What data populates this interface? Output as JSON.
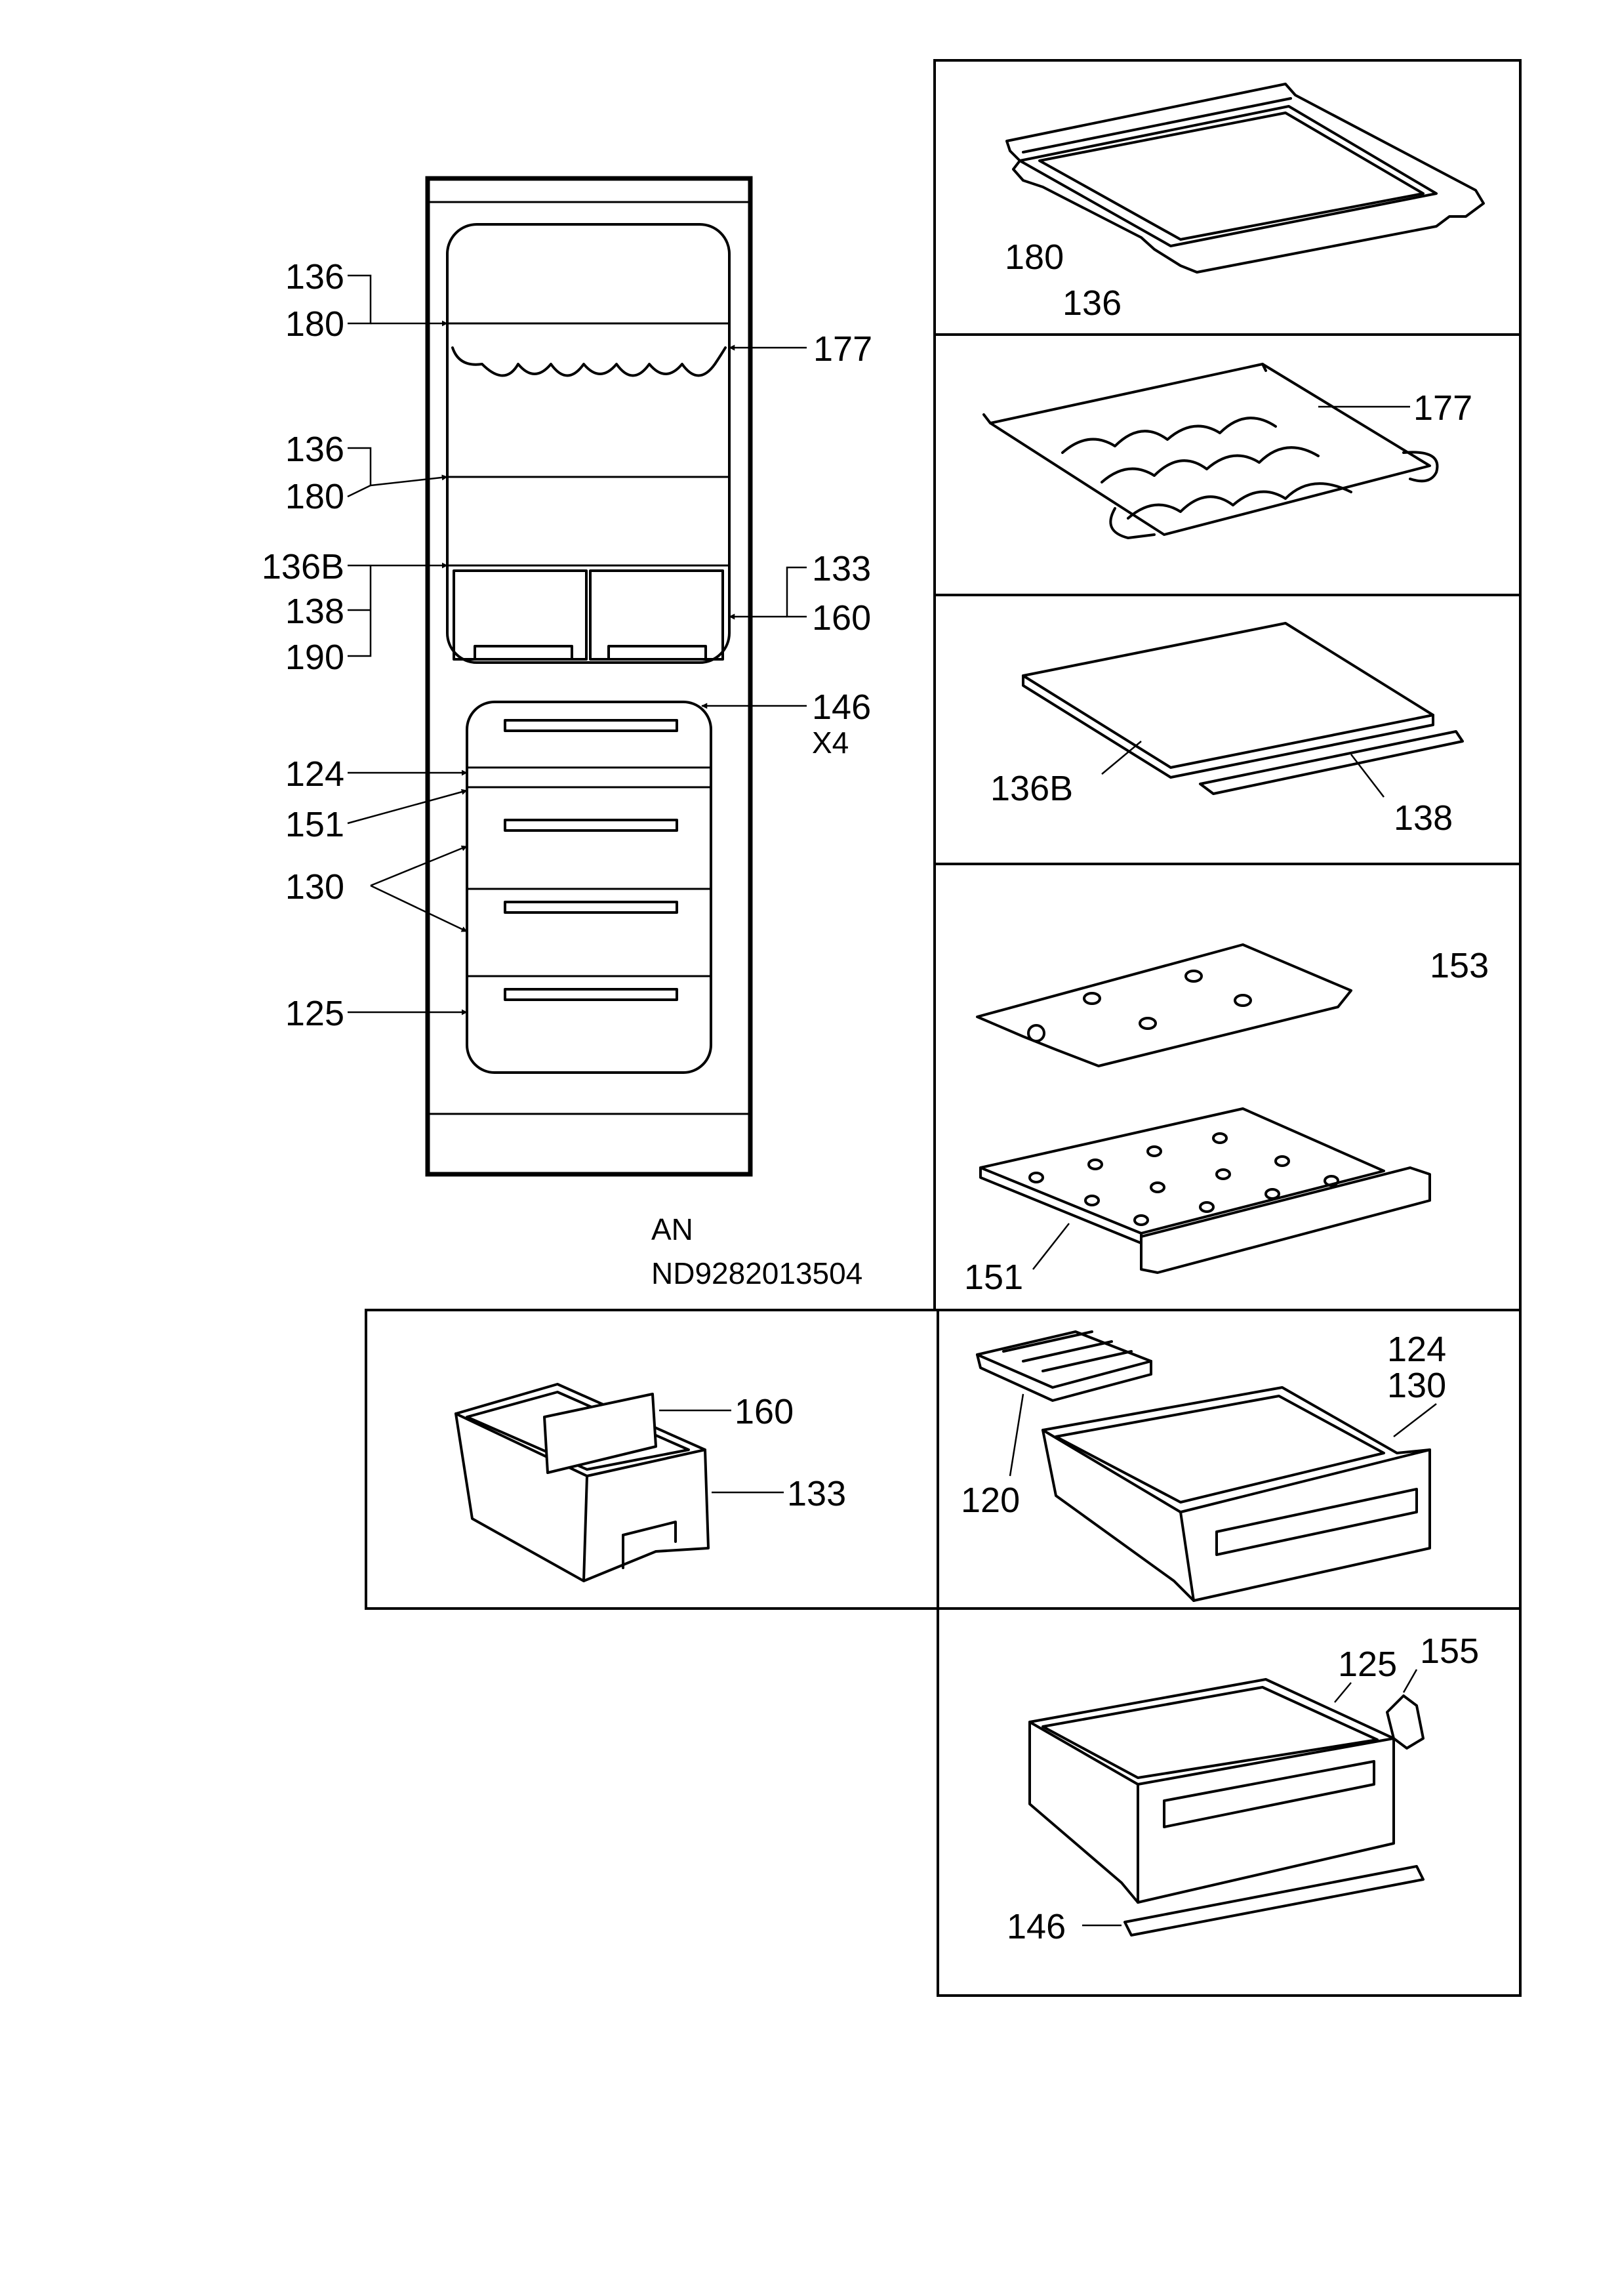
{
  "model": {
    "line1": "AN",
    "line2": "ND9282013504"
  },
  "cabinet_labels": {
    "l136a": "136",
    "l180a": "180",
    "l177": "177",
    "l136b": "136",
    "l180b": "180",
    "l136B": "136B",
    "l138": "138",
    "l190": "190",
    "l133": "133",
    "l160": "160",
    "l146": "146",
    "x4": "X4",
    "l124": "124",
    "l151": "151",
    "l130": "130",
    "l125": "125"
  },
  "panels": {
    "p1": {
      "a": "180",
      "b": "136"
    },
    "p2": {
      "a": "177"
    },
    "p3": {
      "a": "136B",
      "b": "138"
    },
    "p4": {
      "a": "153",
      "b": "151"
    },
    "p5": {
      "a": "160",
      "b": "133"
    },
    "p6": {
      "a": "124",
      "b": "130",
      "c": "120"
    },
    "p7": {
      "a": "125",
      "b": "155",
      "c": "146"
    }
  }
}
